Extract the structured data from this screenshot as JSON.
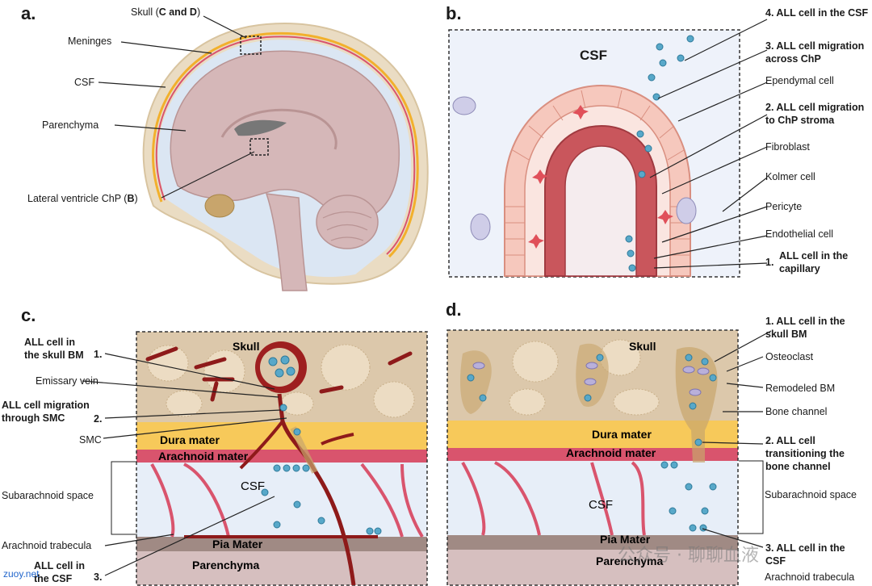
{
  "panels": {
    "a": {
      "letter": "a.",
      "labels": {
        "skull_prefix": "Skull (",
        "skull_bold": "C and D",
        "skull_suffix": ")",
        "meninges": "Meninges",
        "csf": "CSF",
        "parenchyma": "Parenchyma",
        "chp_prefix": "Lateral ventricle ChP (",
        "chp_bold": "B",
        "chp_suffix": ")"
      }
    },
    "b": {
      "letter": "b.",
      "csf": "CSF",
      "labels": {
        "step4": "4. ALL cell in the CSF",
        "step3": "3. ALL cell migration across ChP",
        "ependymal": "Ependymal cell",
        "step2": "2. ALL cell migration to ChP stroma",
        "fibroblast": "Fibroblast",
        "kolmer": "Kolmer cell",
        "pericyte": "Pericyte",
        "endothelial": "Endothelial cell",
        "step1_num": "1.",
        "step1": "ALL cell in the capillary"
      }
    },
    "c": {
      "letter": "c.",
      "layers": {
        "skull": "Skull",
        "dura": "Dura mater",
        "arachnoid": "Arachnoid mater",
        "csf": "CSF",
        "pia": "Pia Mater",
        "parenchyma": "Parenchyma"
      },
      "labels": {
        "bm_cell": "ALL cell in the skull BM",
        "bm_num": "1.",
        "emissary": "Emissary vein",
        "smc_migration": "ALL cell migration through SMC",
        "smc_num": "2.",
        "smc": "SMC",
        "subarachnoid": "Subarachnoid space",
        "trabecula": "Arachnoid trabecula",
        "csf_cell": "ALL cell in the CSF",
        "csf_num": "3."
      }
    },
    "d": {
      "letter": "d.",
      "layers": {
        "skull": "Skull",
        "dura": "Dura mater",
        "arachnoid": "Arachnoid mater",
        "csf": "CSF",
        "pia": "Pia Mater",
        "parenchyma": "Parenchyma"
      },
      "labels": {
        "step1": "1. ALL cell in the skull BM",
        "osteoclast": "Osteoclast",
        "remodeled": "Remodeled BM",
        "channel": "Bone channel",
        "step2": "2. ALL cell transitioning the bone channel",
        "subarachnoid": "Subarachnoid space",
        "step3": "3. ALL cell in the CSF",
        "trabecula": "Arachnoid trabecula"
      }
    }
  },
  "watermark": {
    "text": "公众号 · 聊聊血液",
    "site": "zuoy.net"
  },
  "colors": {
    "bone": "#dcc8ab",
    "dura": "#f7c95a",
    "arachnoid": "#d9546d",
    "csf": "#e7eef8",
    "pia": "#a08a84",
    "parenchyma": "#d6bfbf",
    "vessel": "#8e1a1a",
    "cell": "#58a8c9",
    "brain": "#d5b7b8"
  }
}
